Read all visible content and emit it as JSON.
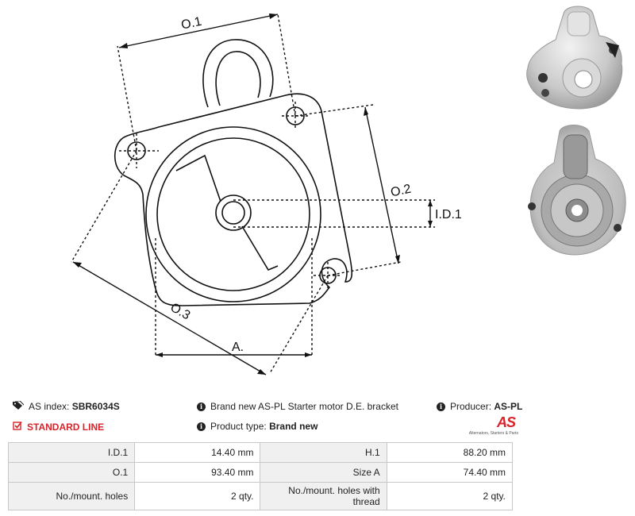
{
  "diagram": {
    "labels": {
      "o1": "O.1",
      "o2": "O.2",
      "o3": "O.3",
      "id1": "I.D.1",
      "a": "A."
    }
  },
  "photos": [
    {
      "name": "bracket-front-photo"
    },
    {
      "name": "bracket-rear-photo"
    }
  ],
  "info": {
    "index_label": "AS index:",
    "index_value": "SBR6034S",
    "standard_line": "STANDARD LINE",
    "brand_text": "Brand new AS-PL Starter motor D.E. bracket",
    "product_type_label": "Product type:",
    "product_type_value": "Brand new",
    "producer_label": "Producer:",
    "producer_value": "AS-PL",
    "logo_mark": "AS",
    "logo_tagline": "Alternators, Starters & Parts",
    "accent_color": "#d8232a"
  },
  "specs": {
    "rows": [
      {
        "l1": "I.D.1",
        "v1": "14.40 mm",
        "l2": "H.1",
        "v2": "88.20  mm"
      },
      {
        "l1": "O.1",
        "v1": "93.40 mm",
        "l2": "Size A",
        "v2": "74.40 mm"
      },
      {
        "l1": "No./mount. holes",
        "v1": "2 qty.",
        "l2": "No./mount. holes with thread",
        "v2": "2 qty."
      }
    ]
  }
}
